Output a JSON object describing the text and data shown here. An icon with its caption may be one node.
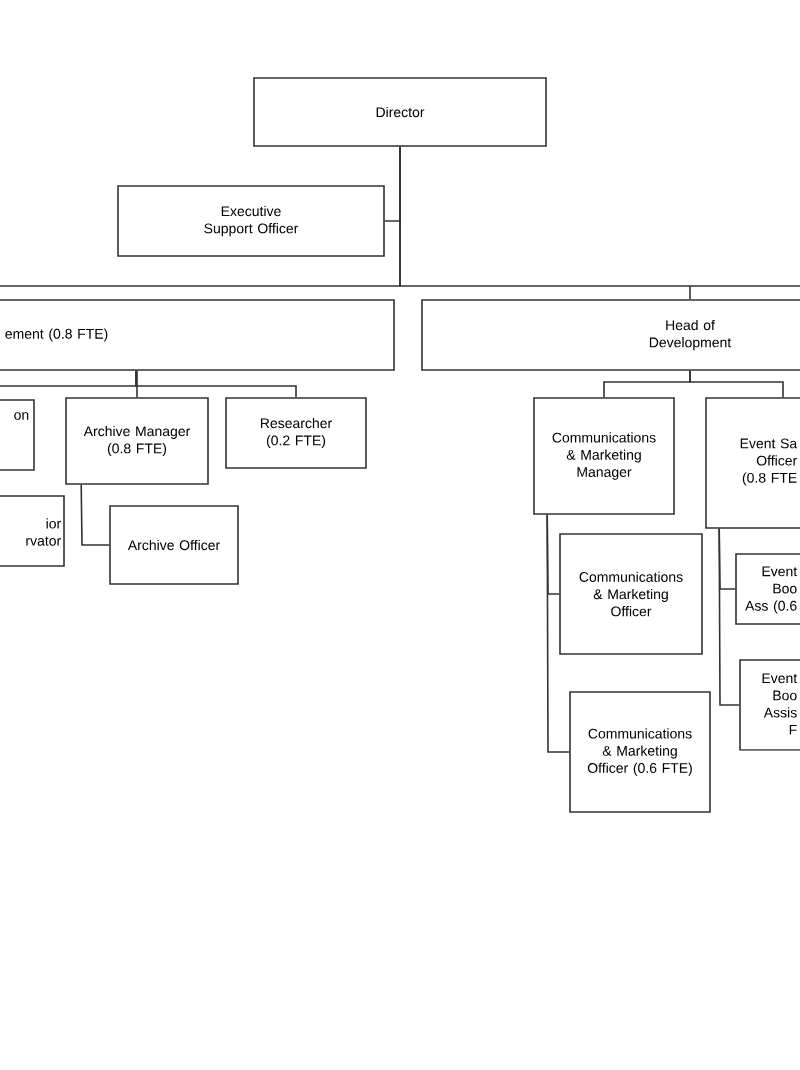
{
  "diagram": {
    "nodes": [
      {
        "text": [
          "Director"
        ]
      },
      {
        "text": [
          "Executive Support Officer"
        ]
      },
      {
        "text": [
          "ement (0.8 FTE)"
        ]
      },
      {
        "text": [
          "Head of Development"
        ]
      },
      {
        "text": [
          "on"
        ]
      },
      {
        "text": [
          "ior rvator"
        ]
      },
      {
        "text": [
          "Archive Manager (0.8 FTE)"
        ]
      },
      {
        "text": [
          "Researcher (0.2 FTE)"
        ]
      },
      {
        "text": [
          "Archive Officer"
        ]
      },
      {
        "text": [
          "Communications & Marketing Manager"
        ]
      },
      {
        "text": [
          "Event Sa Officer (0.8 FTE"
        ]
      },
      {
        "text": [
          "Communications & Marketing Officer"
        ]
      },
      {
        "text": [
          "Communications & Marketing Officer (0.6 FTE)"
        ]
      },
      {
        "text": [
          "Event Boo Ass (0.6"
        ]
      },
      {
        "text": [
          "Event Boo Assis F"
        ]
      }
    ],
    "edges": [
      {
        "from": 0,
        "to": 1,
        "arrow": "none"
      },
      {
        "from": 0,
        "to": 2,
        "arrow": "none"
      },
      {
        "from": 0,
        "to": 3,
        "arrow": "none"
      },
      {
        "from": 2,
        "to": 4,
        "arrow": "none"
      },
      {
        "from": 2,
        "to": 6,
        "arrow": "none"
      },
      {
        "from": 2,
        "to": 7,
        "arrow": "none"
      },
      {
        "from": 6,
        "to": 8,
        "arrow": "none"
      },
      {
        "from": 3,
        "to": 9,
        "arrow": "none"
      },
      {
        "from": 3,
        "to": 10,
        "arrow": "none"
      },
      {
        "from": 9,
        "to": 11,
        "arrow": "none"
      },
      {
        "from": 9,
        "to": 12,
        "arrow": "none"
      },
      {
        "from": 10,
        "to": 13,
        "arrow": "none"
      },
      {
        "from": 10,
        "to": 14,
        "arrow": "none"
      }
    ]
  }
}
